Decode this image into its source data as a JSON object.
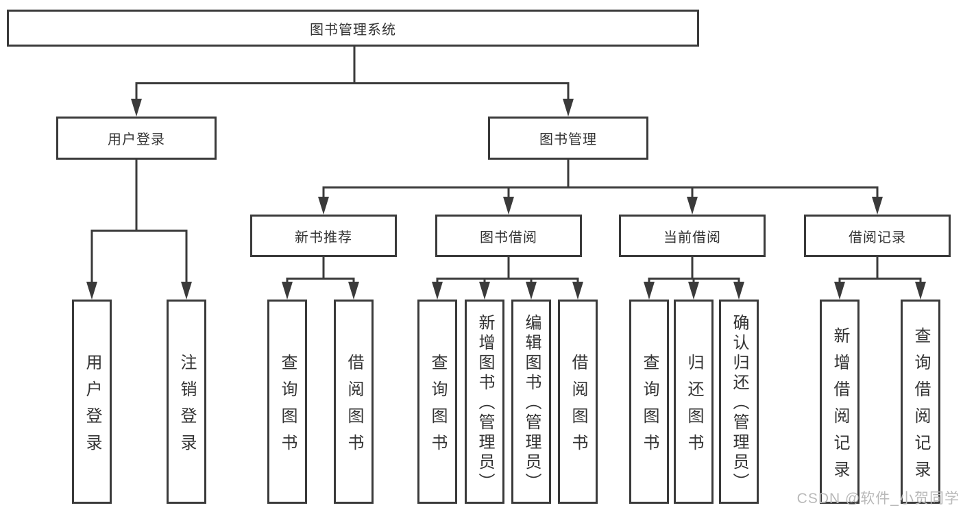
{
  "diagram": {
    "root": {
      "label": "图书管理系统",
      "children": [
        {
          "label": "用户登录",
          "children": [
            {
              "label": "用户登录"
            },
            {
              "label": "注销登录"
            }
          ]
        },
        {
          "label": "图书管理",
          "children": [
            {
              "label": "新书推荐",
              "children": [
                {
                  "label": "查询图书"
                },
                {
                  "label": "借阅图书"
                }
              ]
            },
            {
              "label": "图书借阅",
              "children": [
                {
                  "label": "查询图书"
                },
                {
                  "label": "新增图书（管理员）"
                },
                {
                  "label": "编辑图书（管理员）"
                },
                {
                  "label": "借阅图书"
                }
              ]
            },
            {
              "label": "当前借阅",
              "children": [
                {
                  "label": "查询图书"
                },
                {
                  "label": "归还图书"
                },
                {
                  "label": "确认归还（管理员）"
                }
              ]
            },
            {
              "label": "借阅记录",
              "children": [
                {
                  "label": "新增借阅记录"
                },
                {
                  "label": "查询借阅记录"
                }
              ]
            }
          ]
        }
      ]
    },
    "colors": {
      "line": "#3a3a3a",
      "box_border": "#3a3a3a",
      "text": "#333333",
      "background": "#ffffff",
      "watermark": "#b9b9b9"
    }
  },
  "watermark": {
    "text": "CSDN @软件_小贺同学"
  }
}
